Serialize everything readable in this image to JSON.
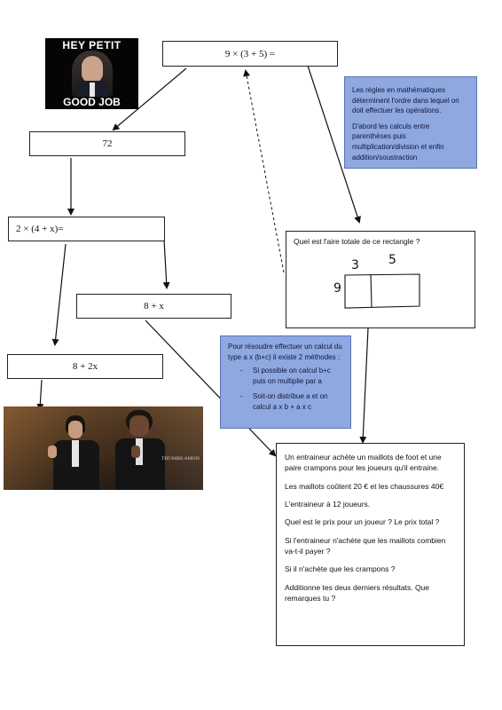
{
  "meme_top": {
    "line1": "HEY PETIT",
    "line2": "GOOD JOB"
  },
  "meme_bottom": {
    "watermark": "THUMBS·AMON"
  },
  "boxes": {
    "top_expression": "9 × (3 + 5) =",
    "result_72": "72",
    "expression_2": "2 × (4 + x)=",
    "expression_8x": "8 + x",
    "expression_8_2x": "8 + 2x"
  },
  "rules_note": {
    "p1": "Les règles en mathématiques déterminent l'ordre dans lequel on doit effectuer les opérations.",
    "p2": "D'abord les calculs entre parenthèses puis multiplication/division et enfin addition/soustraction"
  },
  "rectangle_question": {
    "text": "Quel est l'aire totale de ce rectangle ?",
    "label_left": "3",
    "label_right": "5",
    "label_side": "9"
  },
  "method_note": {
    "intro": "Pour résoudre effectuer un calcul du type a x (b+c) il existe 2 méthodes :",
    "items": [
      "Si possible on calcul b+c puis on multiplie par a",
      "Soit-on distribue a et on calcul a x b + a x c"
    ]
  },
  "problem": {
    "lines": [
      "Un entraineur achète un maillots de foot et une paire crampons pour les joueurs qu'il entraine.",
      "Les maillots coûtent 20 € et les chaussures 40€",
      "L'entraineur à 12 joueurs.",
      "Quel est le prix pour un joueur ? Le prix total ?",
      "Si l'entraineur n'achète que les maillots combien va-t-il payer ?",
      "Si il n'achète que les crampons ?",
      "Additionne tes deux derniers résultats. Que remarques tu ?"
    ]
  }
}
